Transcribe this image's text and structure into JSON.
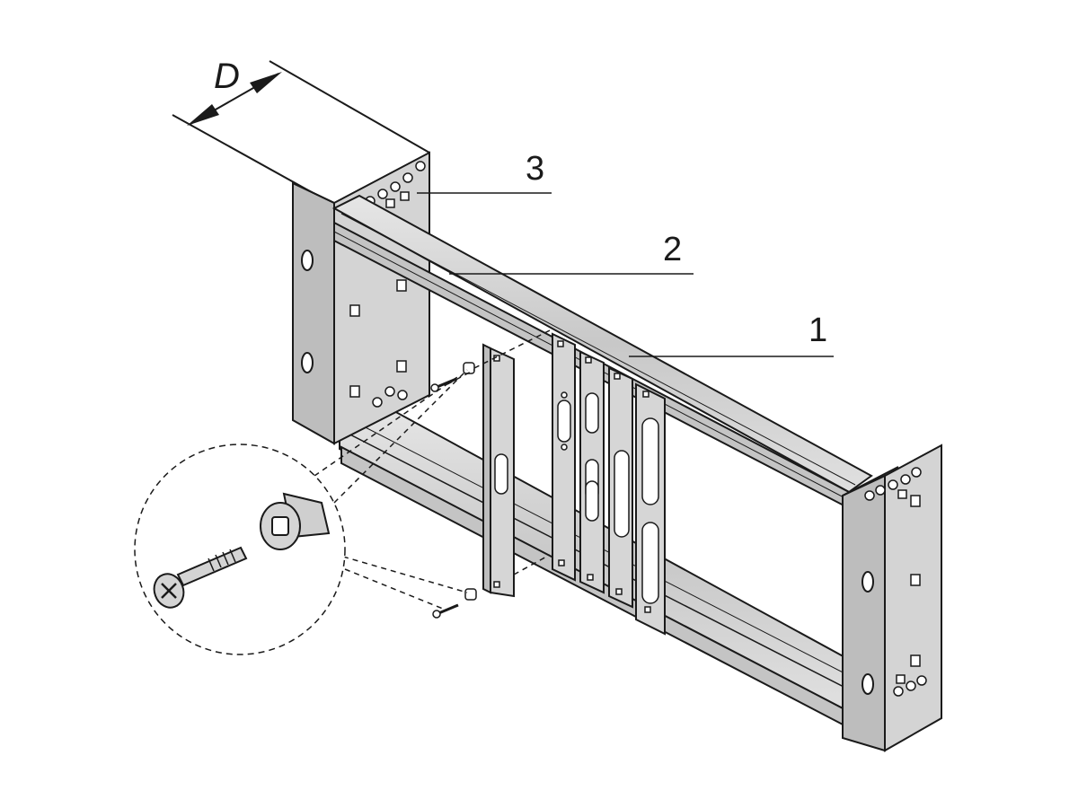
{
  "dimension": {
    "label": "D"
  },
  "callouts": [
    {
      "id": "1",
      "label": "1"
    },
    {
      "id": "2",
      "label": "2"
    },
    {
      "id": "3",
      "label": "3"
    }
  ],
  "colors": {
    "stroke": "#1a1a1a",
    "panel_fill": "#d4d4d4",
    "panel_dark": "#bdbdbd",
    "rail_fill": "#cfcfcf",
    "background": "#ffffff"
  }
}
